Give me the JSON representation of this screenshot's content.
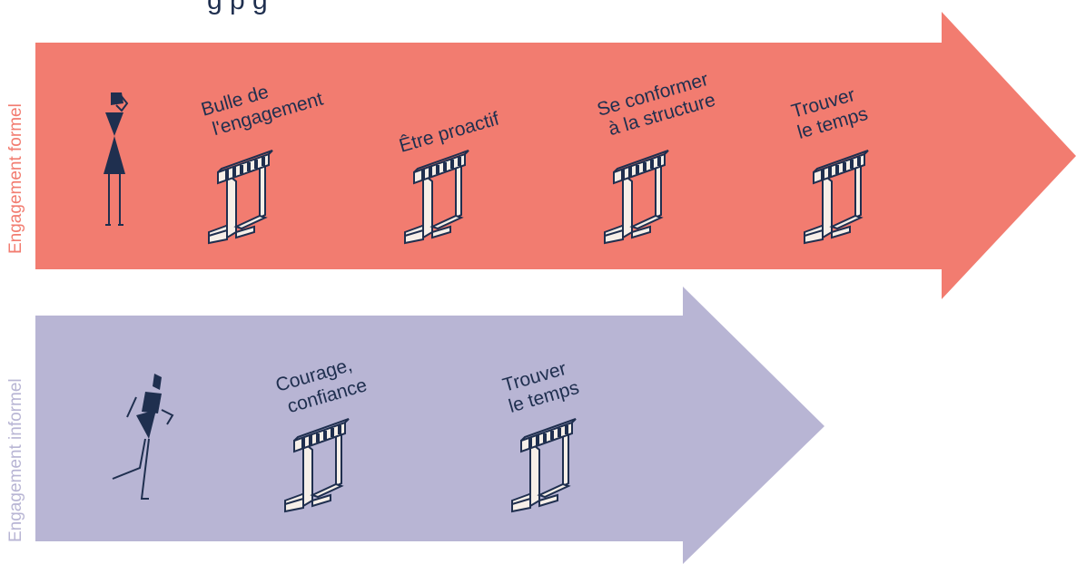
{
  "colors": {
    "formal": "#f27c70",
    "informal": "#b8b5d4",
    "ink": "#1f2f4f",
    "formal_label": "#f27c70",
    "informal_label": "#b8b5d4"
  },
  "formal": {
    "side_label": "Engagement formel",
    "hurdles": [
      {
        "line1": "Bulle de",
        "line2": "l'engagement"
      },
      {
        "line1": "Être proactif",
        "line2": ""
      },
      {
        "line1": "Se conformer",
        "line2": "à la structure"
      },
      {
        "line1": "Trouver",
        "line2": "le temps"
      }
    ]
  },
  "informal": {
    "side_label": "Engagement informel",
    "hurdles": [
      {
        "line1": "Courage,",
        "line2": "confiance"
      },
      {
        "line1": "Trouver",
        "line2": "le temps"
      }
    ]
  },
  "icons": {
    "hurdle": "hurdle-icon",
    "standing_figure": "standing-figure-icon",
    "running_figure": "running-figure-icon"
  }
}
